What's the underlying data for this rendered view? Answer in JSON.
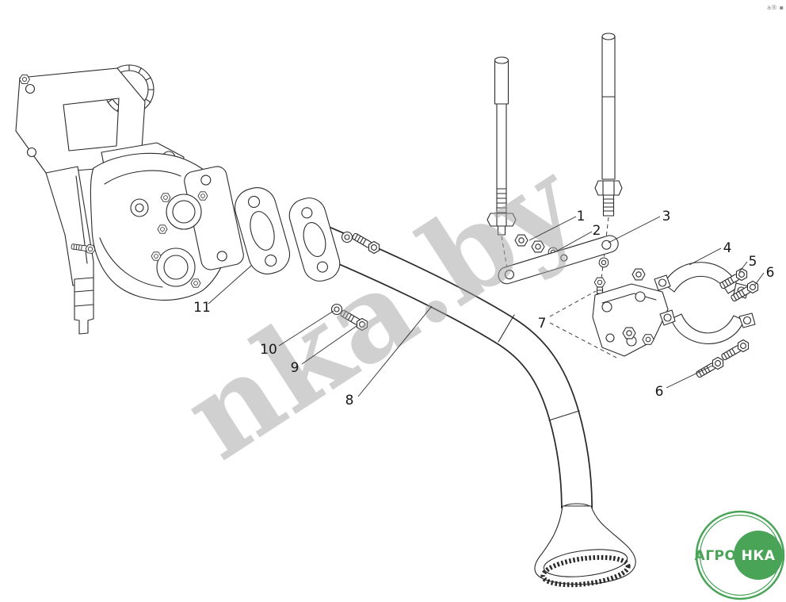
{
  "meta": {
    "corner_mark": "a® ▪"
  },
  "watermark": {
    "text": "nka.by"
  },
  "logo": {
    "left": "АГРО",
    "right": "НКА",
    "green": "#49a457"
  },
  "diagram": {
    "callouts": [
      {
        "label": "1"
      },
      {
        "label": "2"
      },
      {
        "label": "3"
      },
      {
        "label": "4"
      },
      {
        "label": "5"
      },
      {
        "label": "6"
      },
      {
        "label": "7"
      },
      {
        "label": "8"
      },
      {
        "label": "9"
      },
      {
        "label": "10"
      },
      {
        "label": "11"
      },
      {
        "label": "6"
      }
    ]
  }
}
